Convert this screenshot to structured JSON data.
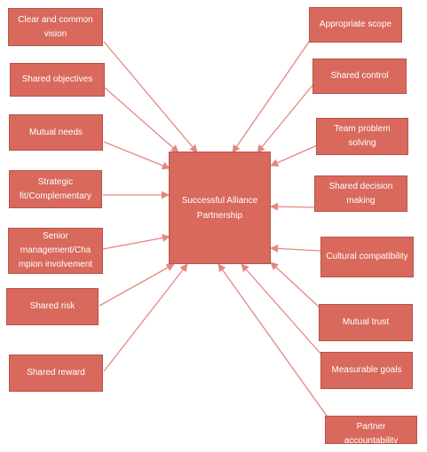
{
  "colors": {
    "box_fill": "#d8695c",
    "box_border": "#b85448",
    "text": "#ffffff",
    "arrow": "#e2897f"
  },
  "center_label": "Successful Alliance Partnership",
  "left_factors": [
    "Clear and common vision",
    "Shared objectives",
    "Mutual needs",
    "Strategic fit/Complementary",
    "Senior management/Cha mpion involvement",
    "Shared risk",
    "Shared reward"
  ],
  "right_factors": [
    "Appropriate scope",
    "Shared control",
    "Team problem solving",
    "Shared decision making",
    "Cultural compatibility",
    "Mutual trust",
    "Measurable goals",
    "Partner accountability"
  ]
}
